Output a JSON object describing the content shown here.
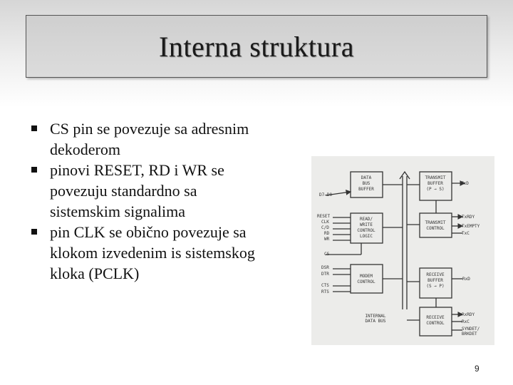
{
  "title": "Interna struktura",
  "bullets": [
    "CS pin se povezuje sa adresnim dekoderom",
    "pinovi RESET, RD i WR se povezuju standardno sa sistemskim signalima",
    "pin CLK se obično povezuje sa klokom izvedenim is sistemskog kloka (PCLK)"
  ],
  "diagram": {
    "blocks": {
      "data_bus_buffer": [
        "DATA",
        "BUS",
        "BUFFER"
      ],
      "rw_control": [
        "READ/",
        "WRITE",
        "CONTROL",
        "LOGIC"
      ],
      "modem_control": [
        "MODEM",
        "CONTROL"
      ],
      "transmit_buffer": [
        "TRANSMIT",
        "BUFFER",
        "(P → S)"
      ],
      "transmit_control": [
        "TRANSMIT",
        "CONTROL"
      ],
      "receive_buffer": [
        "RECEIVE",
        "BUFFER",
        "(S → P)"
      ],
      "receive_control": [
        "RECEIVE",
        "CONTROL"
      ]
    },
    "left_pins": {
      "d7_d0": "D7–D0",
      "reset": "RESET",
      "clk": "CLK",
      "cd": "C/D",
      "rd": "RD",
      "wr": "WR",
      "cs": "CS",
      "dsr": "DSR",
      "dtr": "DTR",
      "cts": "CTS",
      "rts": "RTS"
    },
    "right_pins": {
      "txd": "TxD",
      "txrdy": "TxRDY",
      "txempty": "TxEMPTY",
      "txc": "TxC",
      "rxd": "RxD",
      "rxrdy": "RxRDY",
      "rxc": "RxC",
      "syndet": "SYNDET/",
      "brkdet": "BRKDET"
    },
    "internal_bus_label": [
      "INTERNAL",
      "DATA BUS"
    ]
  },
  "page_number": "9"
}
